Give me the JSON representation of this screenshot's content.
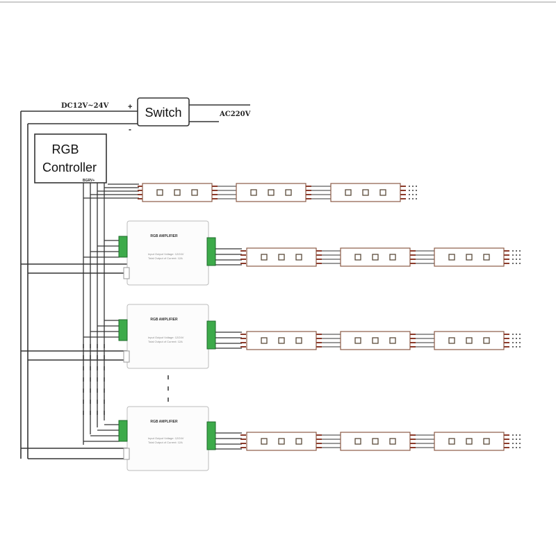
{
  "power": {
    "dc_label": "DC12V~24V",
    "ac_label": "AC220V",
    "plus_sign": "+",
    "minus_sign": "-",
    "switch_label": "Switch"
  },
  "controller": {
    "line1": "RGB",
    "line2": "Controller",
    "pin_label": "BGRV+"
  },
  "amplifier": {
    "title": "RGB AMPLIFIER",
    "spec1": "Input Output Voltage: 12/24V",
    "spec2": "Total Output of Current: 12A"
  },
  "colors": {
    "line": "#333333",
    "strip_border": "#8b5a45",
    "led": "#5a4a3a",
    "terminal": "#3daa4a",
    "wire_pin": "#8b3a2a"
  }
}
